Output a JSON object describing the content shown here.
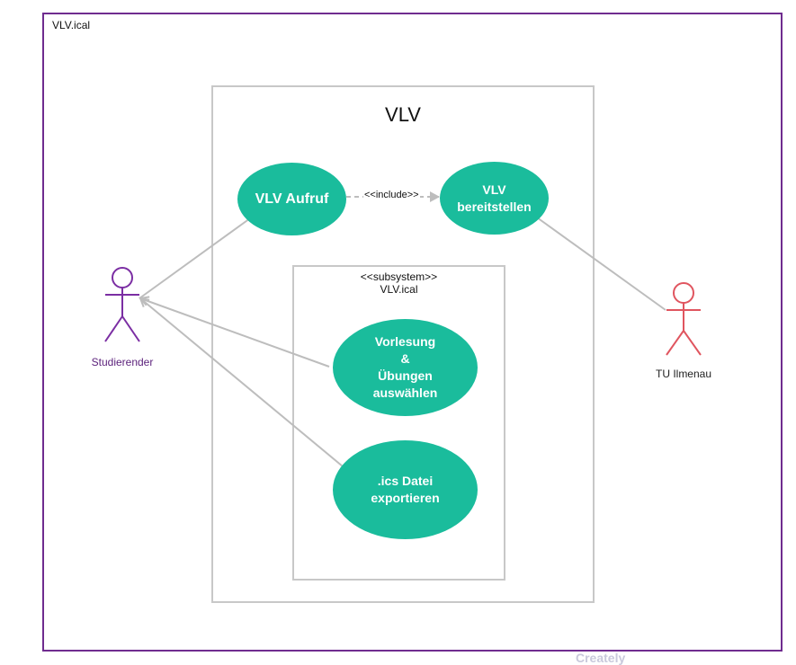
{
  "diagram": {
    "outer_title": "VLV.ical",
    "system_title": "VLV",
    "subsystem": {
      "stereotype": "<<subsystem>>",
      "name": "VLV.ical"
    },
    "include_label": "<<include>>",
    "use_cases": {
      "aufruf": "VLV Aufruf",
      "bereitstellen": "VLV\nbereitstellen",
      "vorlesung": "Vorlesung\n&\nÜbungen\nauswählen",
      "ics": ".ics Datei\nexportieren"
    },
    "actors": {
      "studierender": "Studierender",
      "tu": "TU Ilmenau"
    },
    "colors": {
      "use_case_fill": "#1abc9c",
      "outer_border": "#6f2c8f",
      "box_border": "#c8c8c8",
      "actor_student": "#7b2ea3",
      "actor_tu": "#e0555f",
      "association": "#bdbdbd"
    },
    "watermark": "Creately"
  }
}
